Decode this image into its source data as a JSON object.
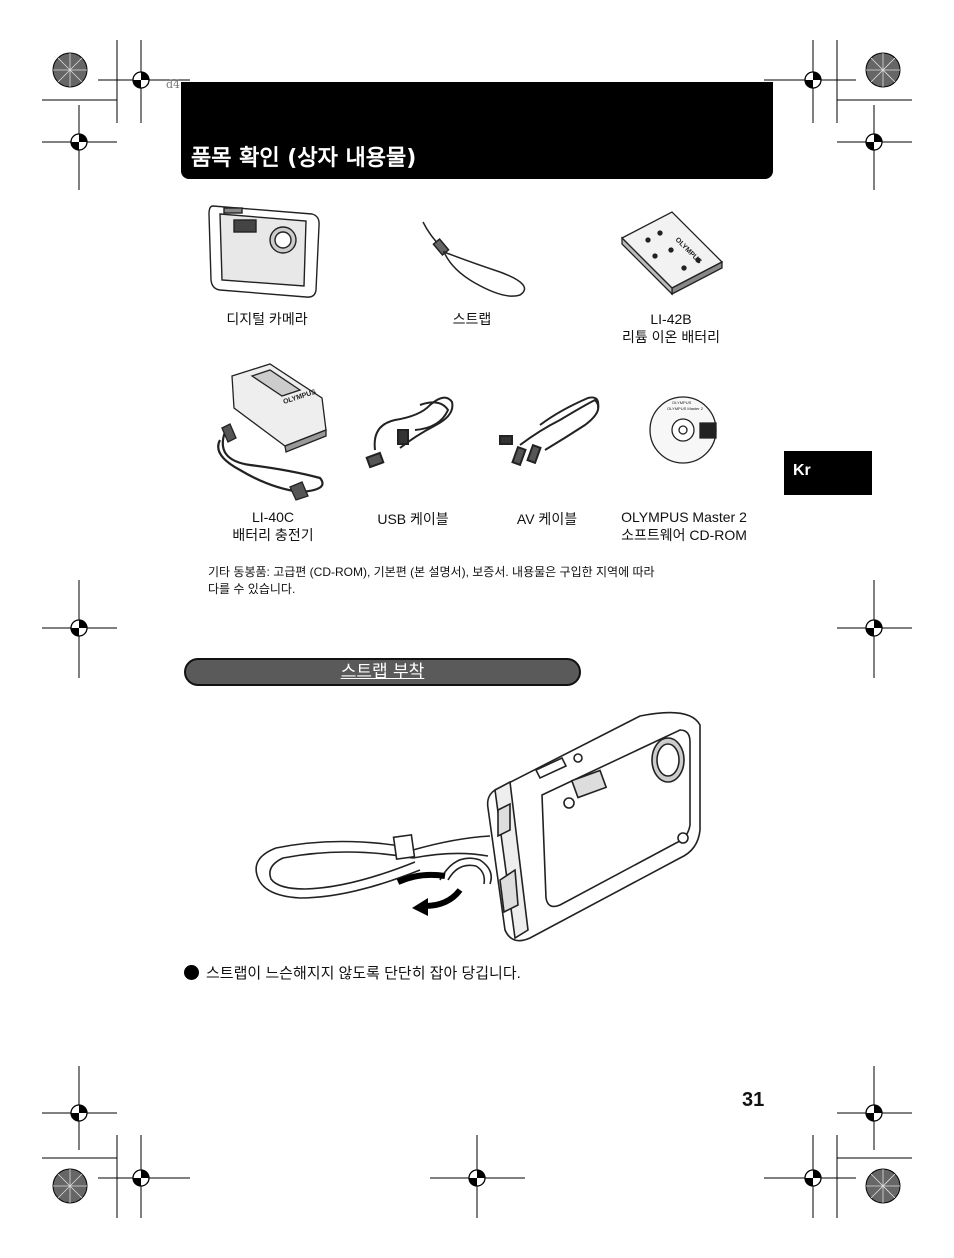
{
  "header": {
    "stamp": "d4",
    "title": "품목 확인 (상자 내용물)"
  },
  "items": [
    {
      "line1": "디지털 카메라",
      "line2": ""
    },
    {
      "line1": "스트랩",
      "line2": ""
    },
    {
      "line1": "LI-42B",
      "line2": "리튬 이온 배터리"
    },
    {
      "line1": "LI-40C",
      "line2": "배터리 충전기"
    },
    {
      "line1": "USB 케이블",
      "line2": ""
    },
    {
      "line1": "AV 케이블",
      "line2": ""
    },
    {
      "line1": "OLYMPUS Master 2",
      "line2": "소프트웨어 CD-ROM"
    }
  ],
  "image_text": {
    "battery_brand": "OLYMPUS",
    "charger_brand": "OLYMPUS",
    "cd_brand": "OLYMPUS",
    "cd_title": "OLYMPUS Master 2"
  },
  "note": {
    "line1": "기타 동봉품: 고급편 (CD-ROM), 기본편 (본 설명서), 보증서. 내용물은 구입한 지역에 따라",
    "line2": "다를 수 있습니다."
  },
  "section": {
    "title": "스트랩 부착"
  },
  "instruction": {
    "text": "스트랩이 느슨해지지 않도록 단단히 잡아 당깁니다."
  },
  "side_tab": {
    "label": "Kr"
  },
  "page_number": "31",
  "colors": {
    "header_bg": "#000000",
    "pill_bg": "#5a5a5a",
    "text": "#111111"
  }
}
